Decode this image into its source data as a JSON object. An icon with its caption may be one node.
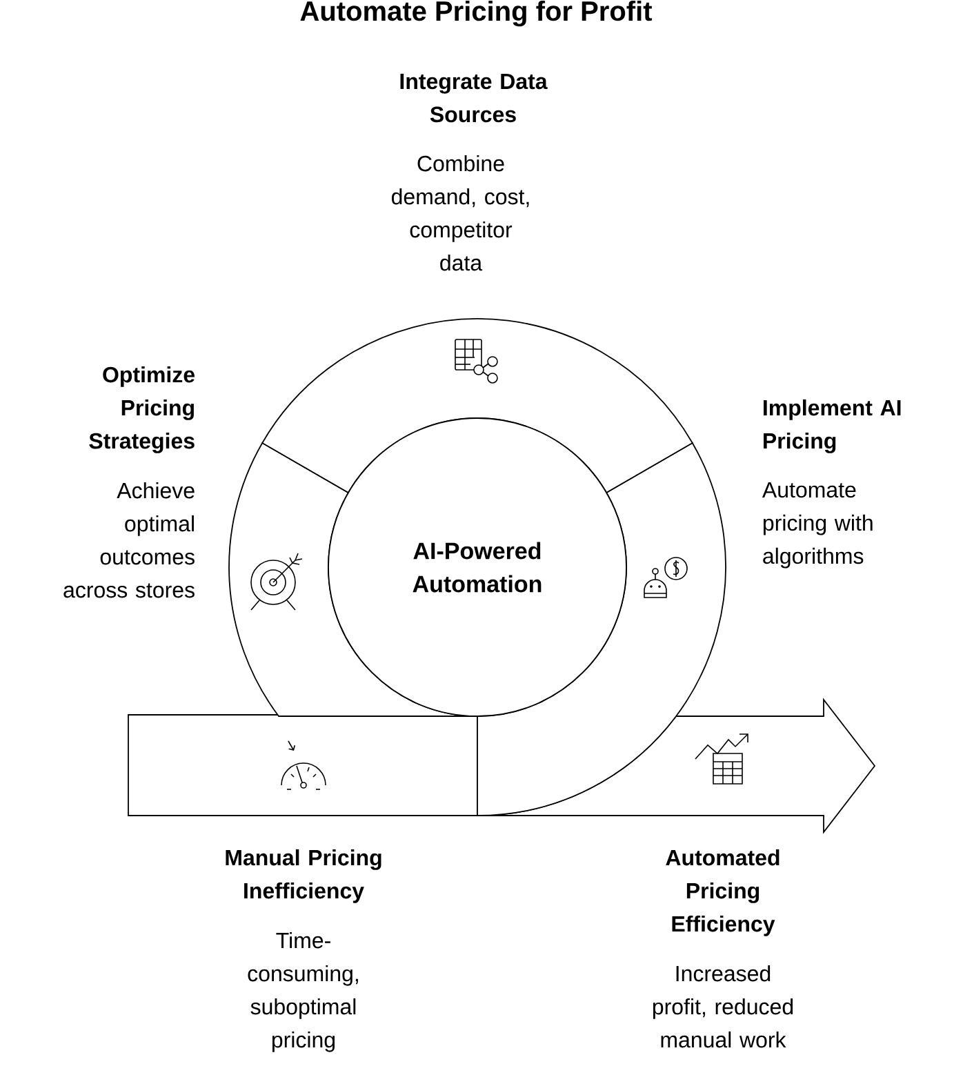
{
  "diagram": {
    "title": "Automate Pricing for Profit",
    "nodes": [
      {
        "text": [
          "AI-Powered Automation"
        ]
      },
      {
        "text": [
          "Integrate Data Sources",
          "Combine demand, cost, competitor data"
        ]
      },
      {
        "text": [
          "Optimize Pricing Strategies",
          "Achieve optimal outcomes across stores"
        ]
      },
      {
        "text": [
          "Implement AI Pricing",
          "Automate pricing with algorithms"
        ]
      },
      {
        "text": [
          "Manual Pricing Inefficiency",
          "Time-consuming, suboptimal pricing"
        ]
      },
      {
        "text": [
          "Automated Pricing Efficiency",
          "Increased profit, reduced manual work"
        ]
      }
    ]
  }
}
